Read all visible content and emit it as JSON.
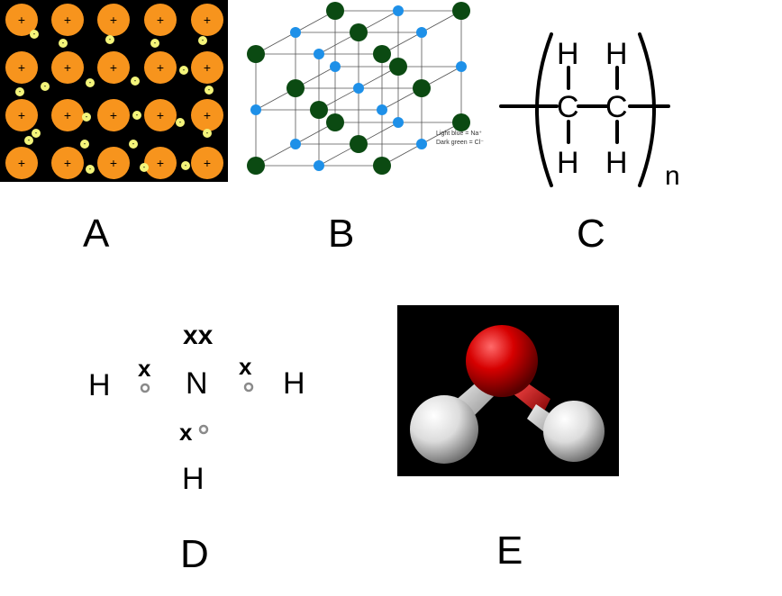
{
  "panels": {
    "a": {
      "letter": "A",
      "ion_pos": "+",
      "ion_neg": "-"
    },
    "b": {
      "letter": "B",
      "legend_line1": "Light blue = Na⁺",
      "legend_line2": "Dark green = Cl⁻"
    },
    "c": {
      "letter": "C",
      "atom_c": "C",
      "atom_h": "H",
      "repeat": "n"
    },
    "d": {
      "letter": "D",
      "atom_n": "N",
      "atom_h": "H",
      "cross": "x",
      "cross_pair": "xx"
    },
    "e": {
      "letter": "E"
    }
  },
  "colors": {
    "metal_ion": "#f7941d",
    "electron": "#f3f47a",
    "sodium": "#1e90e8",
    "chloride": "#0b4a12",
    "oxygen": "#d60000",
    "hydrogen": "#e8e8e8",
    "lone_electron": "#8a8a8a"
  }
}
